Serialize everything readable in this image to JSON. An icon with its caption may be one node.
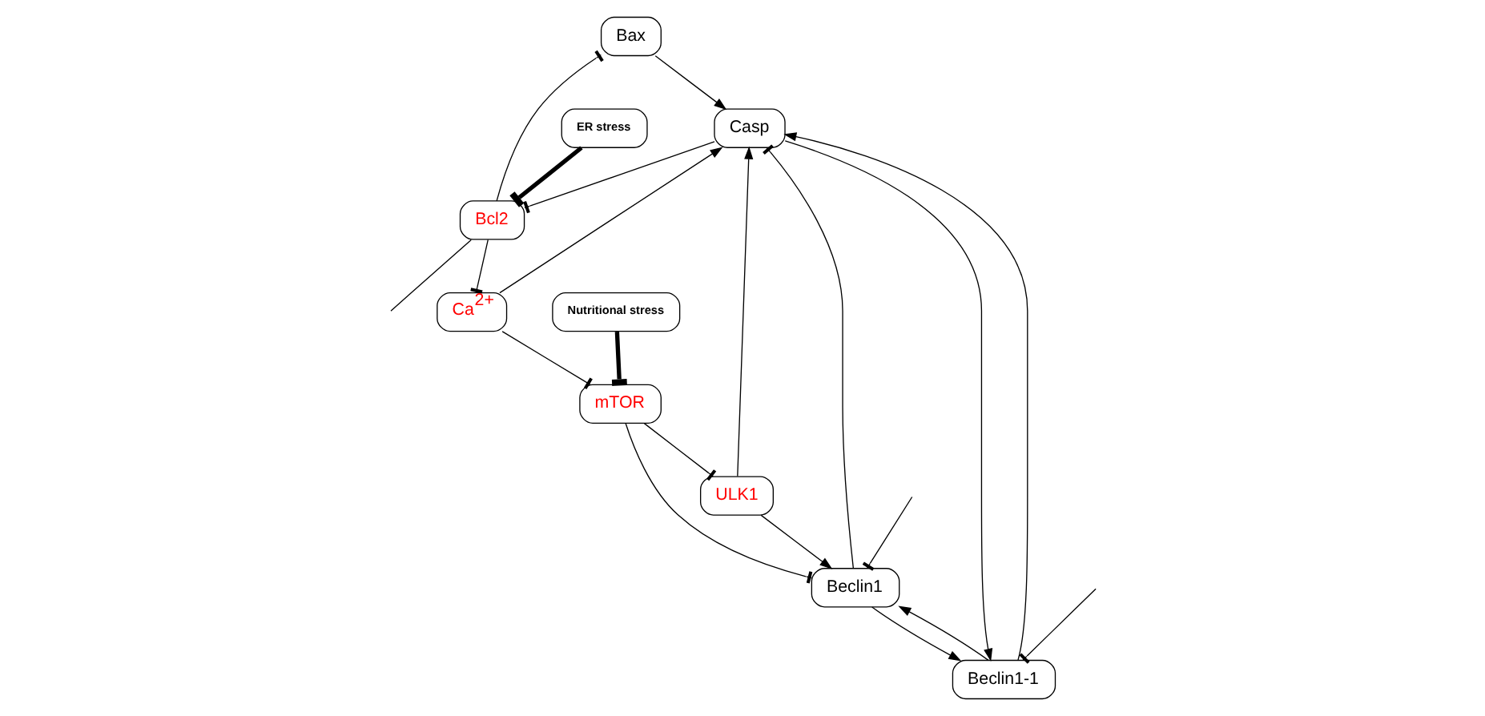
{
  "diagram": {
    "nodes": [
      {
        "text": [
          "Bax"
        ]
      },
      {
        "text": [
          "Casp"
        ]
      },
      {
        "text": [
          "ER stress"
        ]
      },
      {
        "text": [
          "Bcl2"
        ]
      },
      {
        "text": [
          "Ca$^{2+}$"
        ]
      },
      {
        "text": [
          "ULK1"
        ]
      },
      {
        "text": [
          "mTOR"
        ]
      },
      {
        "text": [
          "Beclin1"
        ]
      },
      {
        "text": [
          "Beclin1-1"
        ]
      },
      {
        "text": [
          "Nutritional stress"
        ]
      }
    ],
    "edges": [
      {
        "from": 1,
        "to": 3,
        "arrow": "other"
      },
      {
        "from": 0,
        "to": 1,
        "arrow": "to"
      },
      {
        "from": 3,
        "to": 0,
        "arrow": "other"
      },
      {
        "from": 2,
        "to": 3,
        "arrow": "other",
        "style": "thick"
      },
      {
        "from": 3,
        "to": 4,
        "arrow": "other"
      },
      {
        "from": 4,
        "to": 1,
        "arrow": "to"
      },
      {
        "from": 5,
        "to": 1,
        "arrow": "to"
      },
      {
        "from": 4,
        "to": 6,
        "arrow": "other"
      },
      {
        "from": 6,
        "to": 5,
        "arrow": "other"
      },
      {
        "from": 5,
        "to": 7,
        "arrow": "to"
      },
      {
        "from": 6,
        "to": 7,
        "arrow": "other"
      },
      {
        "from": 9,
        "to": 6,
        "arrow": "other",
        "style": "thick"
      },
      {
        "from": 7,
        "to": 1,
        "arrow": "other"
      },
      {
        "from": 1,
        "to": 8,
        "arrow": "to"
      },
      {
        "from": 8,
        "to": 1,
        "arrow": "to"
      },
      {
        "from": 7,
        "to": 8,
        "arrow": "to"
      },
      {
        "from": 8,
        "to": 7,
        "arrow": "to"
      },
      {
        "from": 3,
        "to": null,
        "arrow": "none"
      },
      {
        "from": null,
        "to": 7,
        "arrow": "other"
      },
      {
        "from": null,
        "to": 8,
        "arrow": "other"
      }
    ]
  }
}
